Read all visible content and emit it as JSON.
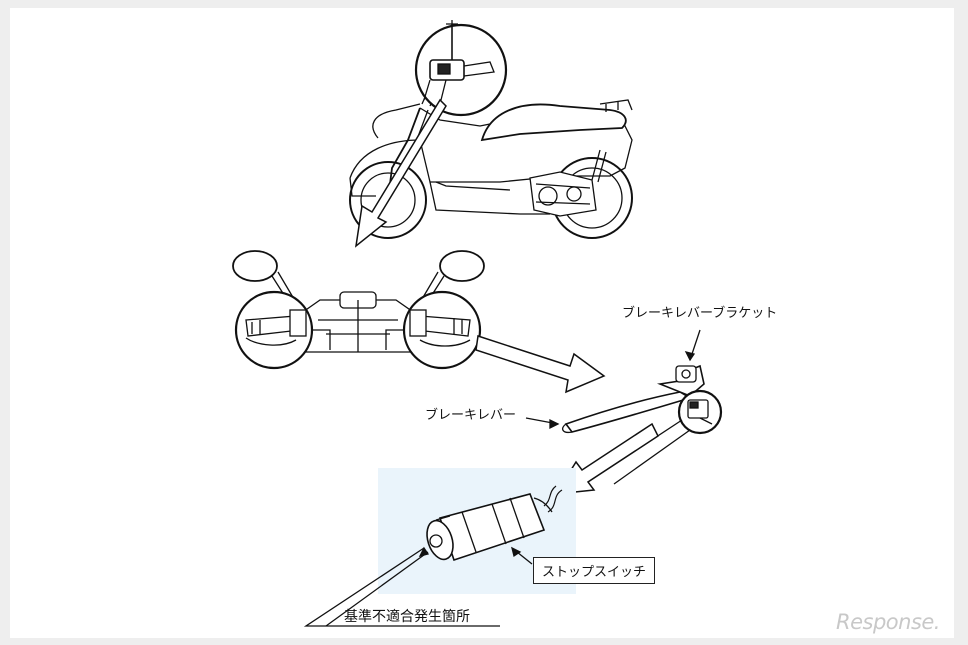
{
  "labels": {
    "brake_lever_bracket": "ブレーキレバーブラケット",
    "brake_lever": "ブレーキレバー",
    "stop_switch": "ストップスイッチ",
    "defect_location": "基準不適合発生箇所"
  },
  "watermark": {
    "text": "Response."
  },
  "icons": [
    "scooter-illustration",
    "handlebar-illustration",
    "brake-lever-illustration",
    "stop-switch-illustration",
    "magnifier-circle-icon",
    "callout-arrow-icon"
  ],
  "colors": {
    "line": "#111111",
    "switch_highlight": "#eaf4fb",
    "watermark": "#c8c8c8"
  }
}
